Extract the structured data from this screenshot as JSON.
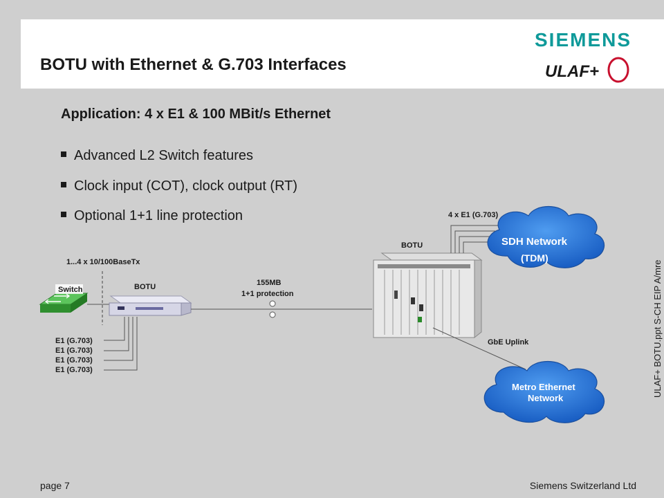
{
  "header": {
    "title": "BOTU with Ethernet & G.703 Interfaces",
    "brand": "SIEMENS",
    "product_logo": "ULAF+"
  },
  "subtitle": "Application: 4 x E1 & 100 MBit/s Ethernet",
  "bullets": [
    "Advanced L2 Switch features",
    "Clock input (COT), clock output (RT)",
    "Optional 1+1 line protection"
  ],
  "diagram": {
    "switch_label": "Switch",
    "ethernet_ports_label": "1...4 x 10/100BaseTx",
    "botu_left_label": "BOTU",
    "line_label": "155MB",
    "protection_label": "1+1 protection",
    "botu_right_label": "BOTU",
    "e1_bundle_label": "4 x E1 (G.703)",
    "e1_ports": [
      "E1 (G.703)",
      "E1 (G.703)",
      "E1 (G.703)",
      "E1 (G.703)"
    ],
    "sdh_cloud": {
      "line1": "SDH Network",
      "line2": "(TDM)"
    },
    "gbe_label": "GbE Uplink",
    "metro_cloud": {
      "line1": "Metro Ethernet",
      "line2": "Network"
    }
  },
  "colors": {
    "siemens_teal": "#0f9a9a",
    "ulaf_red": "#c8102e",
    "cloud_blue": "#1f6fd1",
    "switch_green": "#3cae3c"
  },
  "side_text": "ULAF+ BOTU.ppt  S-CH EIP A/mre",
  "footer": {
    "page": "page 7",
    "company": "Siemens Switzerland Ltd"
  }
}
